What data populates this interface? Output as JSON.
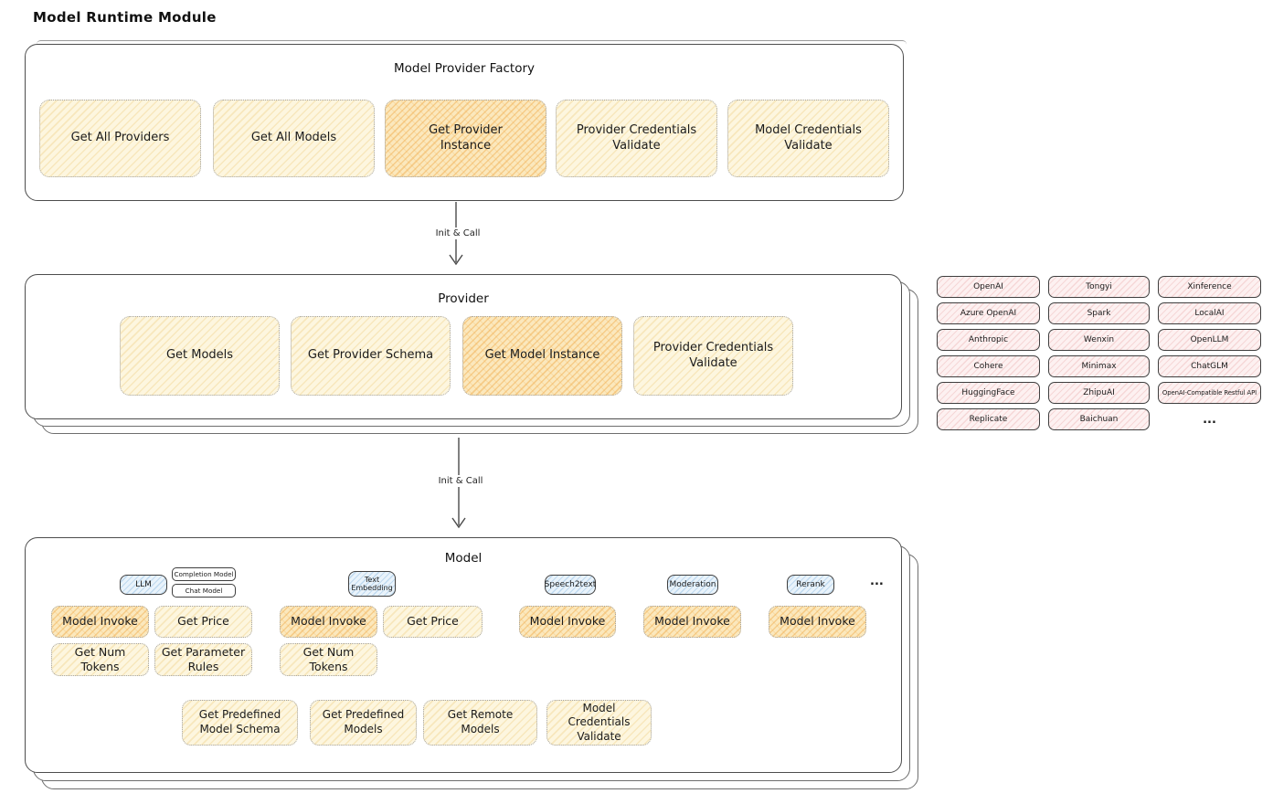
{
  "page_title": "Model Runtime Module",
  "arrows": {
    "top_label": "Init & Call",
    "bottom_label": "Init & Call"
  },
  "factory": {
    "title": "Model Provider Factory",
    "buttons": [
      {
        "label": "Get All Providers",
        "highlighted": false
      },
      {
        "label": "Get All Models",
        "highlighted": false
      },
      {
        "label": "Get Provider Instance",
        "highlighted": true
      },
      {
        "label": "Provider Credentials Validate",
        "highlighted": false
      },
      {
        "label": "Model Credentials Validate",
        "highlighted": false
      }
    ]
  },
  "provider": {
    "title": "Provider",
    "buttons": [
      {
        "label": "Get Models",
        "highlighted": false
      },
      {
        "label": "Get Provider Schema",
        "highlighted": false
      },
      {
        "label": "Get Model Instance",
        "highlighted": true
      },
      {
        "label": "Provider Credentials Validate",
        "highlighted": false
      }
    ]
  },
  "providers_list": {
    "items": [
      "OpenAI",
      "Tongyi",
      "Xinference",
      "Azure OpenAI",
      "Spark",
      "LocalAI",
      "Anthropic",
      "Wenxin",
      "OpenLLM",
      "Cohere",
      "Minimax",
      "ChatGLM",
      "HuggingFace",
      "ZhipuAI",
      "OpenAI-Compatible Restful API",
      "Replicate",
      "Baichuan",
      "..."
    ]
  },
  "model": {
    "title": "Model",
    "tabs": {
      "llm": "LLM",
      "completion_model": "Completion Model",
      "chat_model": "Chat Model",
      "text_embedding": "Text Embedding",
      "speech2text": "Speech2text",
      "moderation": "Moderation",
      "rerank": "Rerank",
      "more": "..."
    },
    "buttons": {
      "llm_model_invoke": "Model Invoke",
      "llm_get_price": "Get Price",
      "llm_get_num_tokens": "Get Num Tokens",
      "llm_get_parameter_rules": "Get Parameter Rules",
      "te_model_invoke": "Model Invoke",
      "te_get_price": "Get Price",
      "te_get_num_tokens": "Get Num Tokens",
      "speech2text_model_invoke": "Model Invoke",
      "moderation_model_invoke": "Model Invoke",
      "rerank_model_invoke": "Model Invoke",
      "get_predefined_model_schema": "Get Predefined Model Schema",
      "get_predefined_models": "Get Predefined Models",
      "get_remote_models": "Get Remote Models",
      "model_credentials_validate": "Model Credentials Validate"
    }
  },
  "colors": {
    "node_cream": "#fdf6df",
    "node_highlight": "#f5c26b",
    "node_pink": "#fdf1f1",
    "node_blue": "#e9f3fb",
    "border_dark": "#3f3f3f"
  }
}
